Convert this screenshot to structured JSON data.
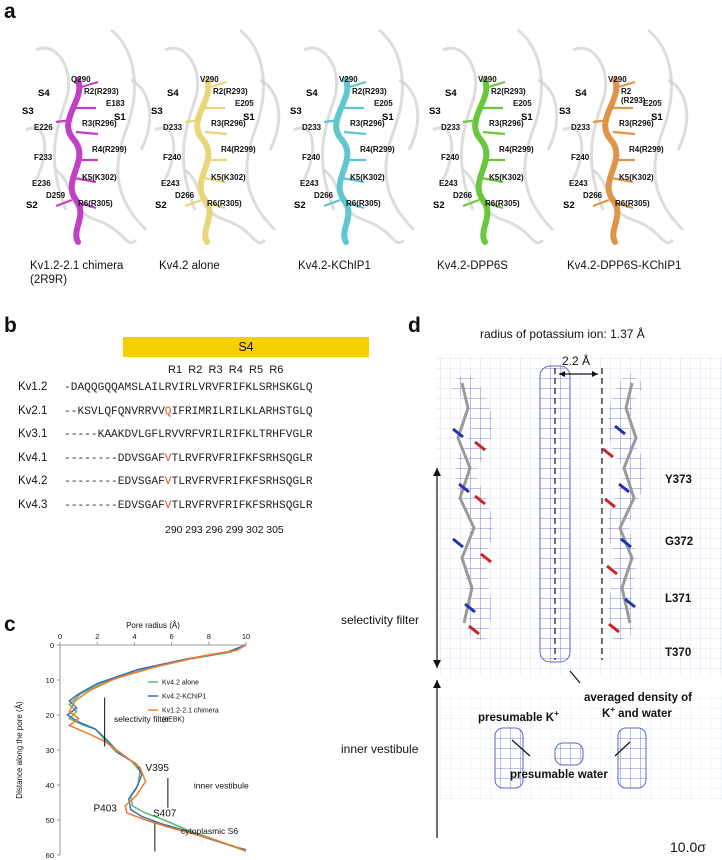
{
  "panels": {
    "a": "a",
    "b": "b",
    "c": "c",
    "d": "d"
  },
  "panel_a": {
    "structures": [
      {
        "caption": "Kv1.2-2.1 chimera\n(2R9R)",
        "color": "#c23fc7",
        "labels": {
          "top": "Q290",
          "top_color": "#e0402a",
          "r2": "R2(R293)",
          "e1": "E183",
          "s4": "S4",
          "s3": "S3",
          "s1": "S1",
          "e2": "E226",
          "r3": "R3(R296)",
          "phe": "F233",
          "r4": "R4(R299)",
          "k5": "K5(K302)",
          "e3": "E236",
          "d": "D259",
          "s2": "S2",
          "r6": "R6(R305)"
        }
      },
      {
        "caption": "Kv4.2 alone",
        "color": "#e8d77a",
        "labels": {
          "top": "V290",
          "top_color": "#e0402a",
          "r2": "R2(R293)",
          "e1": "E205",
          "s4": "S4",
          "s3": "S3",
          "s1": "S1",
          "e2": "D233",
          "r3": "R3(R296)",
          "phe": "F240",
          "r4": "R4(R299)",
          "k5": "K5(K302)",
          "e3": "E243",
          "d": "D266",
          "s2": "S2",
          "r6": "R6(R305)"
        }
      },
      {
        "caption": "Kv4.2-KChIP1",
        "color": "#5fc7cf",
        "labels": {
          "top": "V290",
          "top_color": "#e0402a",
          "r2": "R2(R293)",
          "e1": "E205",
          "s4": "S4",
          "s3": "S3",
          "s1": "S1",
          "e2": "D233",
          "r3": "R3(R296)",
          "phe": "F240",
          "r4": "R4(R299)",
          "k5": "K5(K302)",
          "e3": "E243",
          "d": "D266",
          "s2": "S2",
          "r6": "R6(R305)"
        }
      },
      {
        "caption": "Kv4.2-DPP6S",
        "color": "#6bc63f",
        "labels": {
          "top": "V290",
          "top_color": "#e0402a",
          "r2": "R2(R293)",
          "e1": "E205",
          "s4": "S4",
          "s3": "S3",
          "s1": "S1",
          "e2": "D233",
          "r3": "R3(R296)",
          "phe": "F240",
          "r4": "R4(R299)",
          "k5": "K5(K302)",
          "e3": "E243",
          "d": "D266",
          "s2": "S2",
          "r6": "R6(R305)"
        }
      },
      {
        "caption": "Kv4.2-DPP6S-KChIP1",
        "color": "#e0944a",
        "labels": {
          "top": "V290",
          "top_color": "#e0402a",
          "r2": "R2\n(R293)",
          "e1": "E205",
          "s4": "S4",
          "s3": "S3",
          "s1": "S1",
          "e2": "D233",
          "r3": "R3(R296)",
          "phe": "F240",
          "r4": "R4(R299)",
          "k5": "K5(K302)",
          "e3": "E243",
          "d": "D266",
          "s2": "S2",
          "r6": "R6(R305)"
        }
      }
    ]
  },
  "panel_b": {
    "banner": "S4",
    "banner_color": "#f5d000",
    "r_headers": [
      "R1",
      "R2",
      "R3",
      "R4",
      "R5",
      "R6"
    ],
    "rows": [
      {
        "name": "Kv1.2",
        "seq": "-DAQQGQQAMSLAILRVIRLVRVFRIFKLSRHSKGLQ"
      },
      {
        "name": "Kv2.1",
        "seq": "--KSVLQFQNVRRVVQIFRIMRILRILKLARHSTGLQ"
      },
      {
        "name": "Kv3.1",
        "seq": "-----KAAKDVLGFLRVVRFVRILRIFKLTRHFVGLR"
      },
      {
        "name": "Kv4.1",
        "seq": "--------DDVSGAFVTLRVFRVFRIFKFSRHSQGLR"
      },
      {
        "name": "Kv4.2",
        "seq": "--------EDVSGAFVTLRVFRVFRIFKFSRHSQGLR"
      },
      {
        "name": "Kv4.3",
        "seq": "--------EDVSGAFVTLRVFRVFRIFKFSRHSQGLR"
      }
    ],
    "positions": [
      "290",
      "293",
      "296",
      "299",
      "302",
      "305"
    ]
  },
  "chart_data": {
    "type": "line",
    "title": "Pore radius (Å)",
    "xlabel": "Pore radius (Å)",
    "ylabel": "Distance along the pore (Å)",
    "xlim": [
      0,
      10
    ],
    "ylim": [
      0,
      60
    ],
    "x_ticks": [
      0,
      2,
      4,
      6,
      8,
      10
    ],
    "y_ticks": [
      0,
      10,
      20,
      30,
      40,
      50,
      60
    ],
    "y_inverted": true,
    "x_axis_position": "top",
    "legend_position": "right",
    "series": [
      {
        "name": "Kv4.2 alone",
        "color": "#5cba6a",
        "points": [
          [
            10,
            0
          ],
          [
            9.2,
            2
          ],
          [
            7,
            4
          ],
          [
            4.5,
            7
          ],
          [
            2.2,
            11
          ],
          [
            1.1,
            14
          ],
          [
            0.5,
            17
          ],
          [
            0.9,
            19
          ],
          [
            0.5,
            21
          ],
          [
            1.3,
            23
          ],
          [
            1.9,
            24
          ],
          [
            2.4,
            27
          ],
          [
            3.0,
            30.5
          ],
          [
            3.8,
            33
          ],
          [
            4.3,
            36
          ],
          [
            4.2,
            40
          ],
          [
            3.8,
            43
          ],
          [
            3.9,
            46
          ],
          [
            4.6,
            48
          ],
          [
            5.6,
            50
          ],
          [
            6.9,
            53
          ],
          [
            8.0,
            55
          ],
          [
            9.0,
            57
          ],
          [
            9.8,
            58.5
          ]
        ]
      },
      {
        "name": "Kv4.2-KChIP1",
        "color": "#3b6fb5",
        "points": [
          [
            10,
            0
          ],
          [
            9.0,
            2
          ],
          [
            6.8,
            4
          ],
          [
            4.2,
            7
          ],
          [
            2.0,
            11
          ],
          [
            1.0,
            14
          ],
          [
            0.5,
            16
          ],
          [
            0.9,
            18
          ],
          [
            0.4,
            20
          ],
          [
            1.0,
            22
          ],
          [
            1.9,
            24
          ],
          [
            2.5,
            27
          ],
          [
            3.2,
            31
          ],
          [
            4.1,
            34
          ],
          [
            4.4,
            37
          ],
          [
            4.1,
            41
          ],
          [
            3.7,
            44
          ],
          [
            3.8,
            47
          ],
          [
            4.4,
            49
          ],
          [
            5.4,
            51
          ],
          [
            6.7,
            53
          ],
          [
            7.8,
            55
          ],
          [
            9.0,
            57
          ],
          [
            10.0,
            58.5
          ]
        ]
      },
      {
        "name": "Kv1.2-2.1 chimera\n(6EBK)",
        "color": "#f07a2c",
        "points": [
          [
            10,
            0
          ],
          [
            9.5,
            1.5
          ],
          [
            7.8,
            3
          ],
          [
            5.3,
            6
          ],
          [
            3.0,
            9.5
          ],
          [
            1.6,
            13
          ],
          [
            0.8,
            16
          ],
          [
            0.5,
            19
          ],
          [
            1.0,
            21
          ],
          [
            0.5,
            23
          ],
          [
            1.4,
            25
          ],
          [
            2.4,
            27.5
          ],
          [
            3.3,
            31
          ],
          [
            4.3,
            35
          ],
          [
            4.6,
            39
          ],
          [
            4.1,
            43
          ],
          [
            3.5,
            46
          ],
          [
            3.6,
            48
          ],
          [
            4.6,
            50
          ],
          [
            5.8,
            52
          ],
          [
            7.2,
            54
          ],
          [
            8.5,
            56
          ],
          [
            9.6,
            58
          ],
          [
            10.0,
            59
          ]
        ]
      }
    ],
    "annotations": [
      {
        "text": "selectivity filter",
        "x": 2.9,
        "y": 22
      },
      {
        "text": "V395",
        "x": 4.6,
        "y": 36
      },
      {
        "text": "inner vestibule",
        "x": 7.2,
        "y": 41
      },
      {
        "text": "P403",
        "x": 1.8,
        "y": 47.5
      },
      {
        "text": "S407",
        "x": 5.0,
        "y": 49
      },
      {
        "text": "cytoplasmic S6",
        "x": 6.5,
        "y": 54
      }
    ]
  },
  "panel_d": {
    "radius_note": "radius of potassium ion: 1.37 Å",
    "distance": "2.2 Å",
    "residues": [
      "Y373",
      "G372",
      "L371",
      "T370"
    ],
    "left_labels": [
      "selectivity filter",
      "inner vestibule"
    ],
    "labels": {
      "k": "presumable K",
      "k_sup": "+",
      "avg1": "averaged density of",
      "avg2": "K",
      "avg2_sup": "+",
      "avg3": " and water",
      "water": "presumable water"
    },
    "sigma": "10.0σ",
    "mesh_color": "#5a66c8"
  }
}
